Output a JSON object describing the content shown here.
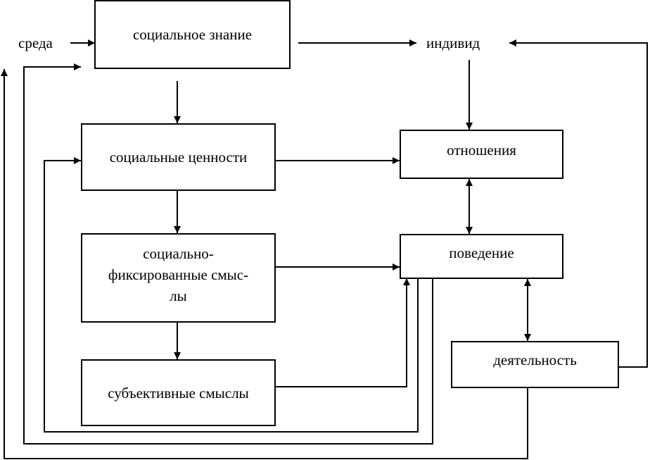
{
  "diagram": {
    "nodes": {
      "environment": "среда",
      "social_knowledge": "социальное знание",
      "individual": "индивид",
      "social_values": "социальные ценности",
      "relations": "отношения",
      "fixed_meanings_line1": "социально-",
      "fixed_meanings_line2": "фиксированные смыс-",
      "fixed_meanings_line3": "лы",
      "behavior": "поведение",
      "subjective_meanings": "субъективные смыслы",
      "activity": "деятельность"
    },
    "edges": [
      {
        "from": "environment",
        "to": "social_knowledge"
      },
      {
        "from": "social_knowledge",
        "to": "individual"
      },
      {
        "from": "social_knowledge",
        "to": "social_values"
      },
      {
        "from": "individual",
        "to": "relations"
      },
      {
        "from": "social_values",
        "to": "relations"
      },
      {
        "from": "social_values",
        "to": "fixed_meanings"
      },
      {
        "from": "fixed_meanings",
        "to": "behavior"
      },
      {
        "from": "fixed_meanings",
        "to": "subjective_meanings"
      },
      {
        "from": "subjective_meanings",
        "to": "behavior"
      },
      {
        "from": "relations",
        "to": "behavior",
        "bidirectional": true
      },
      {
        "from": "behavior",
        "to": "activity",
        "bidirectional": true
      },
      {
        "from": "activity",
        "to": "individual"
      },
      {
        "from": "activity",
        "to": "environment"
      },
      {
        "from": "behavior",
        "to": "social_knowledge"
      },
      {
        "from": "behavior",
        "to": "social_values"
      }
    ],
    "line_color": "#000000",
    "background": "#ffffff"
  }
}
